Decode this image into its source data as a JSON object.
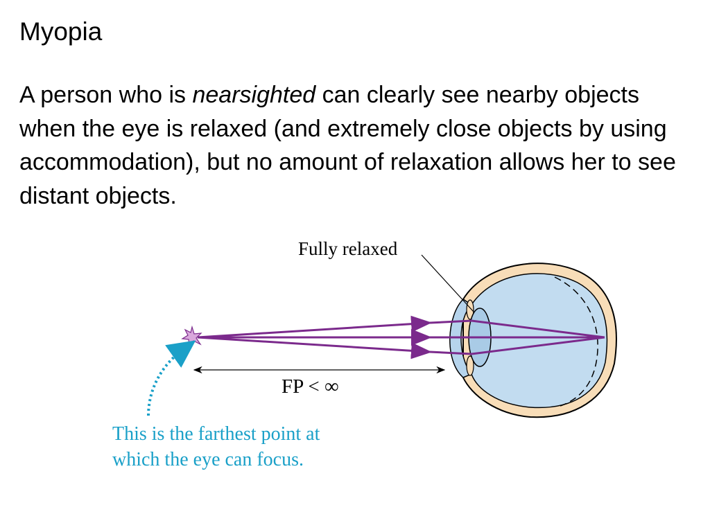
{
  "slide": {
    "title": "Myopia",
    "paragraph": {
      "before": "A person who is ",
      "emphasis": "nearsighted",
      "after": " can clearly see nearby objects when the eye is relaxed (and extremely close objects by using accommodation), but no amount of relaxation allows her to see distant objects."
    }
  },
  "diagram": {
    "lens_label": "Fully relaxed",
    "distance_label": "FP < ∞",
    "note_line1": "This is the farthest point at",
    "note_line2": "which the eye can focus.",
    "colors": {
      "ray": "#7b2a8c",
      "note": "#1aa0c8",
      "sclera": "#f8ddb8",
      "eye_fill": "#c2dcf0",
      "star": "#d9a8dc"
    }
  }
}
